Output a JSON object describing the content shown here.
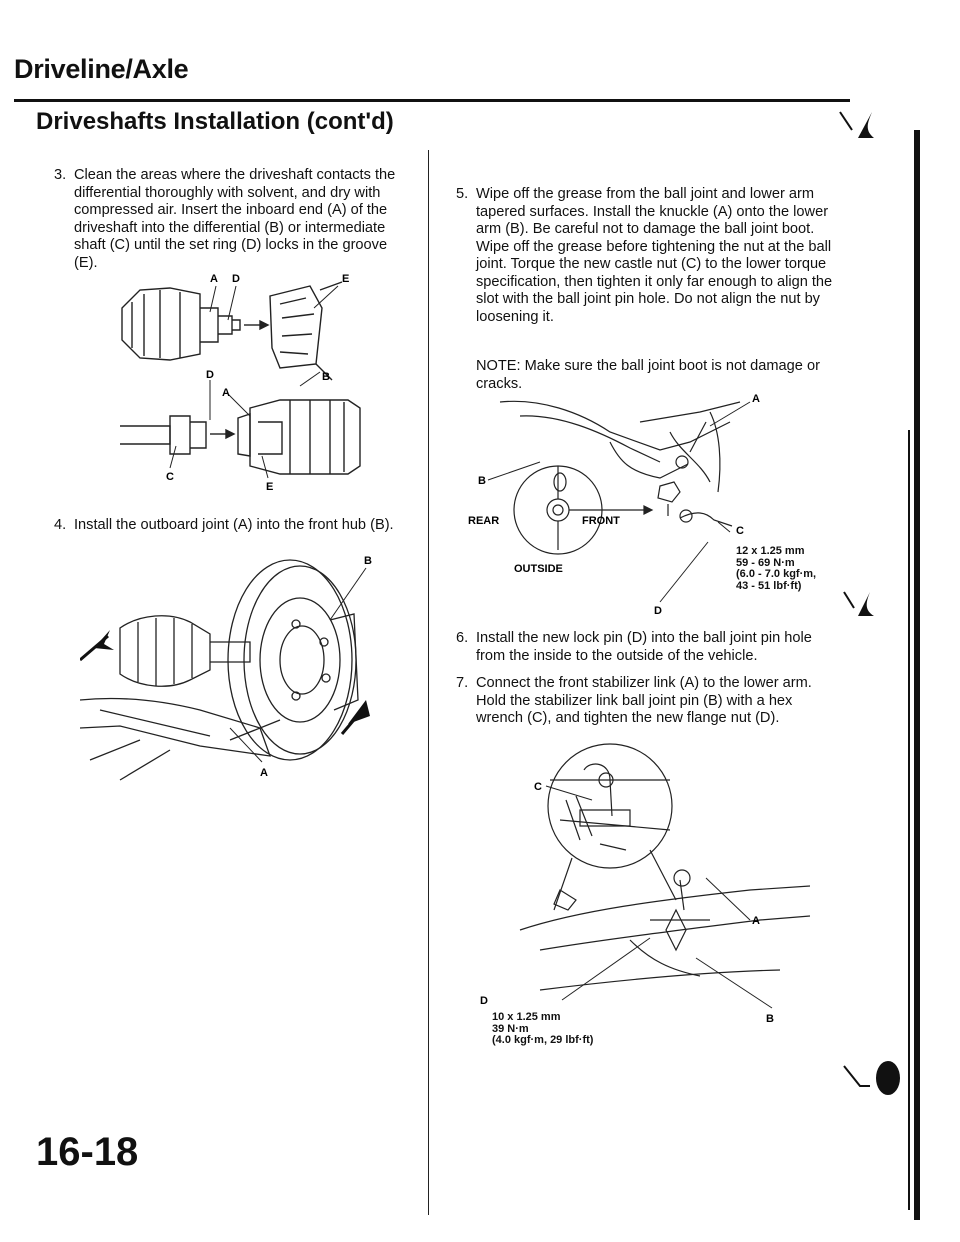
{
  "header": {
    "section_title": "Driveline/Axle",
    "subsection_title": "Driveshafts Installation (cont'd)"
  },
  "steps": {
    "s3": {
      "num": "3.",
      "text": "Clean the areas where the driveshaft contacts the differential thoroughly with solvent, and dry with compressed air. Insert the inboard end (A) of the driveshaft into the differential (B) or intermediate shaft (C) until the set ring (D) locks in the groove (E)."
    },
    "s4": {
      "num": "4.",
      "text": "Install the outboard joint (A) into the front hub (B)."
    },
    "s5": {
      "num": "5.",
      "text": "Wipe off the grease from the ball joint and lower arm tapered surfaces. Install the knuckle (A) onto the lower arm (B). Be careful not to damage the ball joint boot. Wipe off the grease before tightening the nut at the ball joint. Torque the new castle nut (C) to the lower torque specification, then tighten it only far enough to align the slot with the ball joint pin hole. Do not align the nut by loosening it."
    },
    "s5_note": "NOTE: Make sure the ball joint boot is not damage or cracks.",
    "s6": {
      "num": "6.",
      "text": "Install the new lock pin (D) into the ball joint pin hole from the inside to the outside of the vehicle."
    },
    "s7": {
      "num": "7.",
      "text": "Connect the front stabilizer link (A) to the lower arm. Hold the stabilizer link ball joint pin (B) with a hex wrench (C), and tighten the new flange nut (D)."
    }
  },
  "figures": {
    "fig1": {
      "labels": [
        "A",
        "D",
        "E",
        "D",
        "B",
        "A",
        "C",
        "E"
      ]
    },
    "fig2": {
      "labels": [
        "B",
        "A"
      ]
    },
    "fig3": {
      "labels": {
        "a": "A",
        "b": "B",
        "c": "C",
        "d": "D",
        "rear": "REAR",
        "front": "FRONT",
        "outside": "OUTSIDE"
      },
      "spec": [
        "12 x 1.25 mm",
        "59 - 69 N·m",
        "(6.0 - 7.0 kgf·m,",
        "43 - 51 lbf·ft)"
      ]
    },
    "fig4": {
      "labels": {
        "a": "A",
        "b": "B",
        "c": "C",
        "d": "D"
      },
      "spec": [
        "10 x 1.25 mm",
        "39 N·m",
        "(4.0 kgf·m, 29 lbf·ft)"
      ]
    }
  },
  "footer": {
    "page_number": "16-18"
  }
}
